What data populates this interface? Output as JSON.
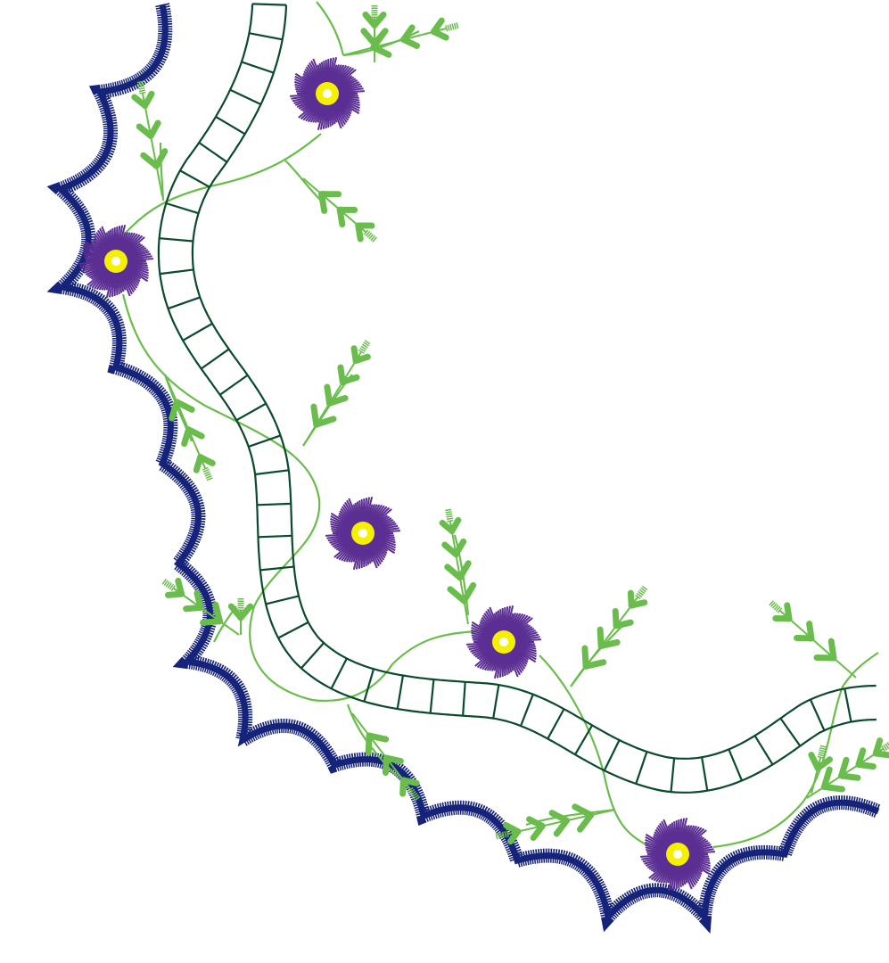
{
  "design": {
    "colors": {
      "scallop_border": "#15237a",
      "ladder_band": "#0b4a2c",
      "vine": "#6abd4c",
      "flower_petals": "#5a2e92",
      "flower_center": "#f5f000"
    },
    "motifs": [
      "scalloped-border",
      "ladder-band",
      "vine",
      "fern-sprig",
      "flower"
    ],
    "flower_count": 5
  }
}
